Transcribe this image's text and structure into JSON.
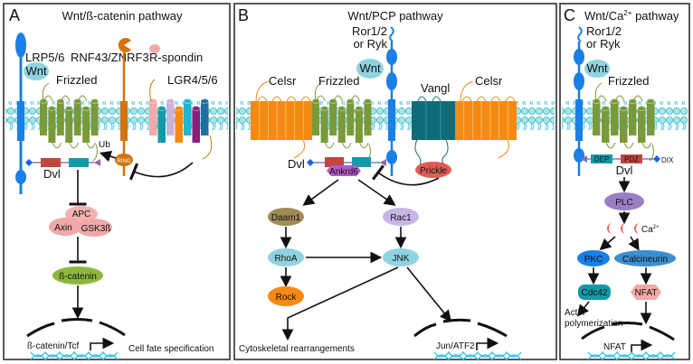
{
  "panels": {
    "a": {
      "letter": "A",
      "title": "Wnt/ß-catenin pathway",
      "lrp": "LRP5/6",
      "wnt": "Wnt",
      "rnf": "RNF43/ZNRF3",
      "rspondin": "R-spondin",
      "frizzled": "Frizzled",
      "lgr": "LGR4/5/6",
      "ub": "Ub",
      "ring": "RING",
      "dvl": "Dvl",
      "apc": "APC",
      "axin": "Axin",
      "gsk": "GSK3ß",
      "bcatenin": "ß-catenin",
      "tcf": "ß-catenin/Tcf",
      "outcome": "Cell fate specification"
    },
    "b": {
      "letter": "B",
      "title": "Wnt/PCP pathway",
      "ror1": "Ror1/2",
      "ror2": "or Ryk",
      "wnt": "Wnt",
      "celsr": "Celsr",
      "frizzled": "Frizzled",
      "vangl": "Vangl",
      "dvl": "Dvl",
      "ankrd6": "Ankrd6",
      "prickle": "Prickle",
      "daam1": "Daam1",
      "rac1": "Rac1",
      "rhoa": "RhoA",
      "jnk": "JNK",
      "rock": "Rock",
      "cyto": "Cytoskeletal rearrangements",
      "jun": "Jun/ATF2"
    },
    "c": {
      "letter": "C",
      "title_main": "Wnt/Ca",
      "title_sup": "2+",
      "title_end": " pathway",
      "ror1": "Ror1/2",
      "ror2": "or Ryk",
      "wnt": "Wnt",
      "frizzled": "Frizzled",
      "dep": "DEP",
      "pdz": "PDZ",
      "dix": "DIX",
      "dvl": "Dvl",
      "plc": "PLC",
      "ca": "Ca",
      "ca_sup": "2+",
      "pkc": "PKC",
      "calcineurin": "Calcineurin",
      "cdc42": "Cdc42",
      "nfat": "NFAT",
      "actin1": "Actin",
      "actin2": "polymerization",
      "nfat_gene": "NFAT"
    }
  },
  "colors": {
    "membrane": "#3cc3d6",
    "frizzled": "#7a9a3a",
    "lrp": "#1a7fe6",
    "rnf": "#d2730f",
    "celsr": "#f58a12",
    "vangl": "#0f6b78",
    "dvl_red": "#c0463e",
    "dvl_teal": "#139aa8"
  }
}
